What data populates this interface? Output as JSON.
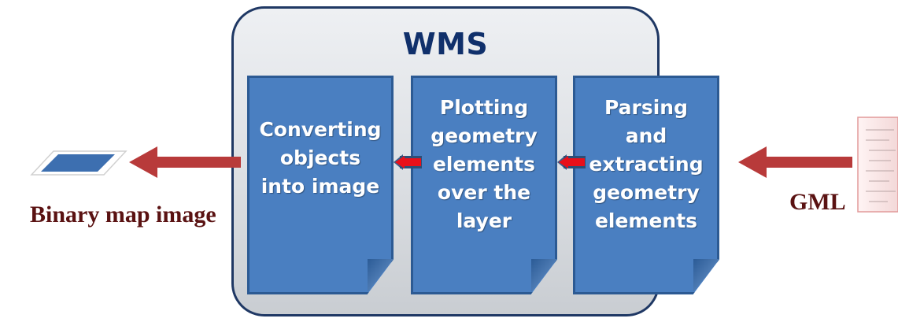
{
  "diagram": {
    "title": "WMS",
    "steps": [
      {
        "label": "Converting objects into image"
      },
      {
        "label": "Plotting geometry elements over the layer"
      },
      {
        "label": "Parsing and extracting geometry elements"
      }
    ],
    "input_label": "GML",
    "output_label": "Binary map image",
    "colors": {
      "card_fill": "#4a7fc1",
      "card_border": "#2c5a93",
      "container_border": "#1f3864",
      "title": "#10306b",
      "big_arrow": "#b83a3a",
      "small_arrow": "#e8101a",
      "label_text": "#5a1212"
    },
    "icons": {
      "output": "map-image-icon",
      "input": "gml-document-icon"
    }
  }
}
